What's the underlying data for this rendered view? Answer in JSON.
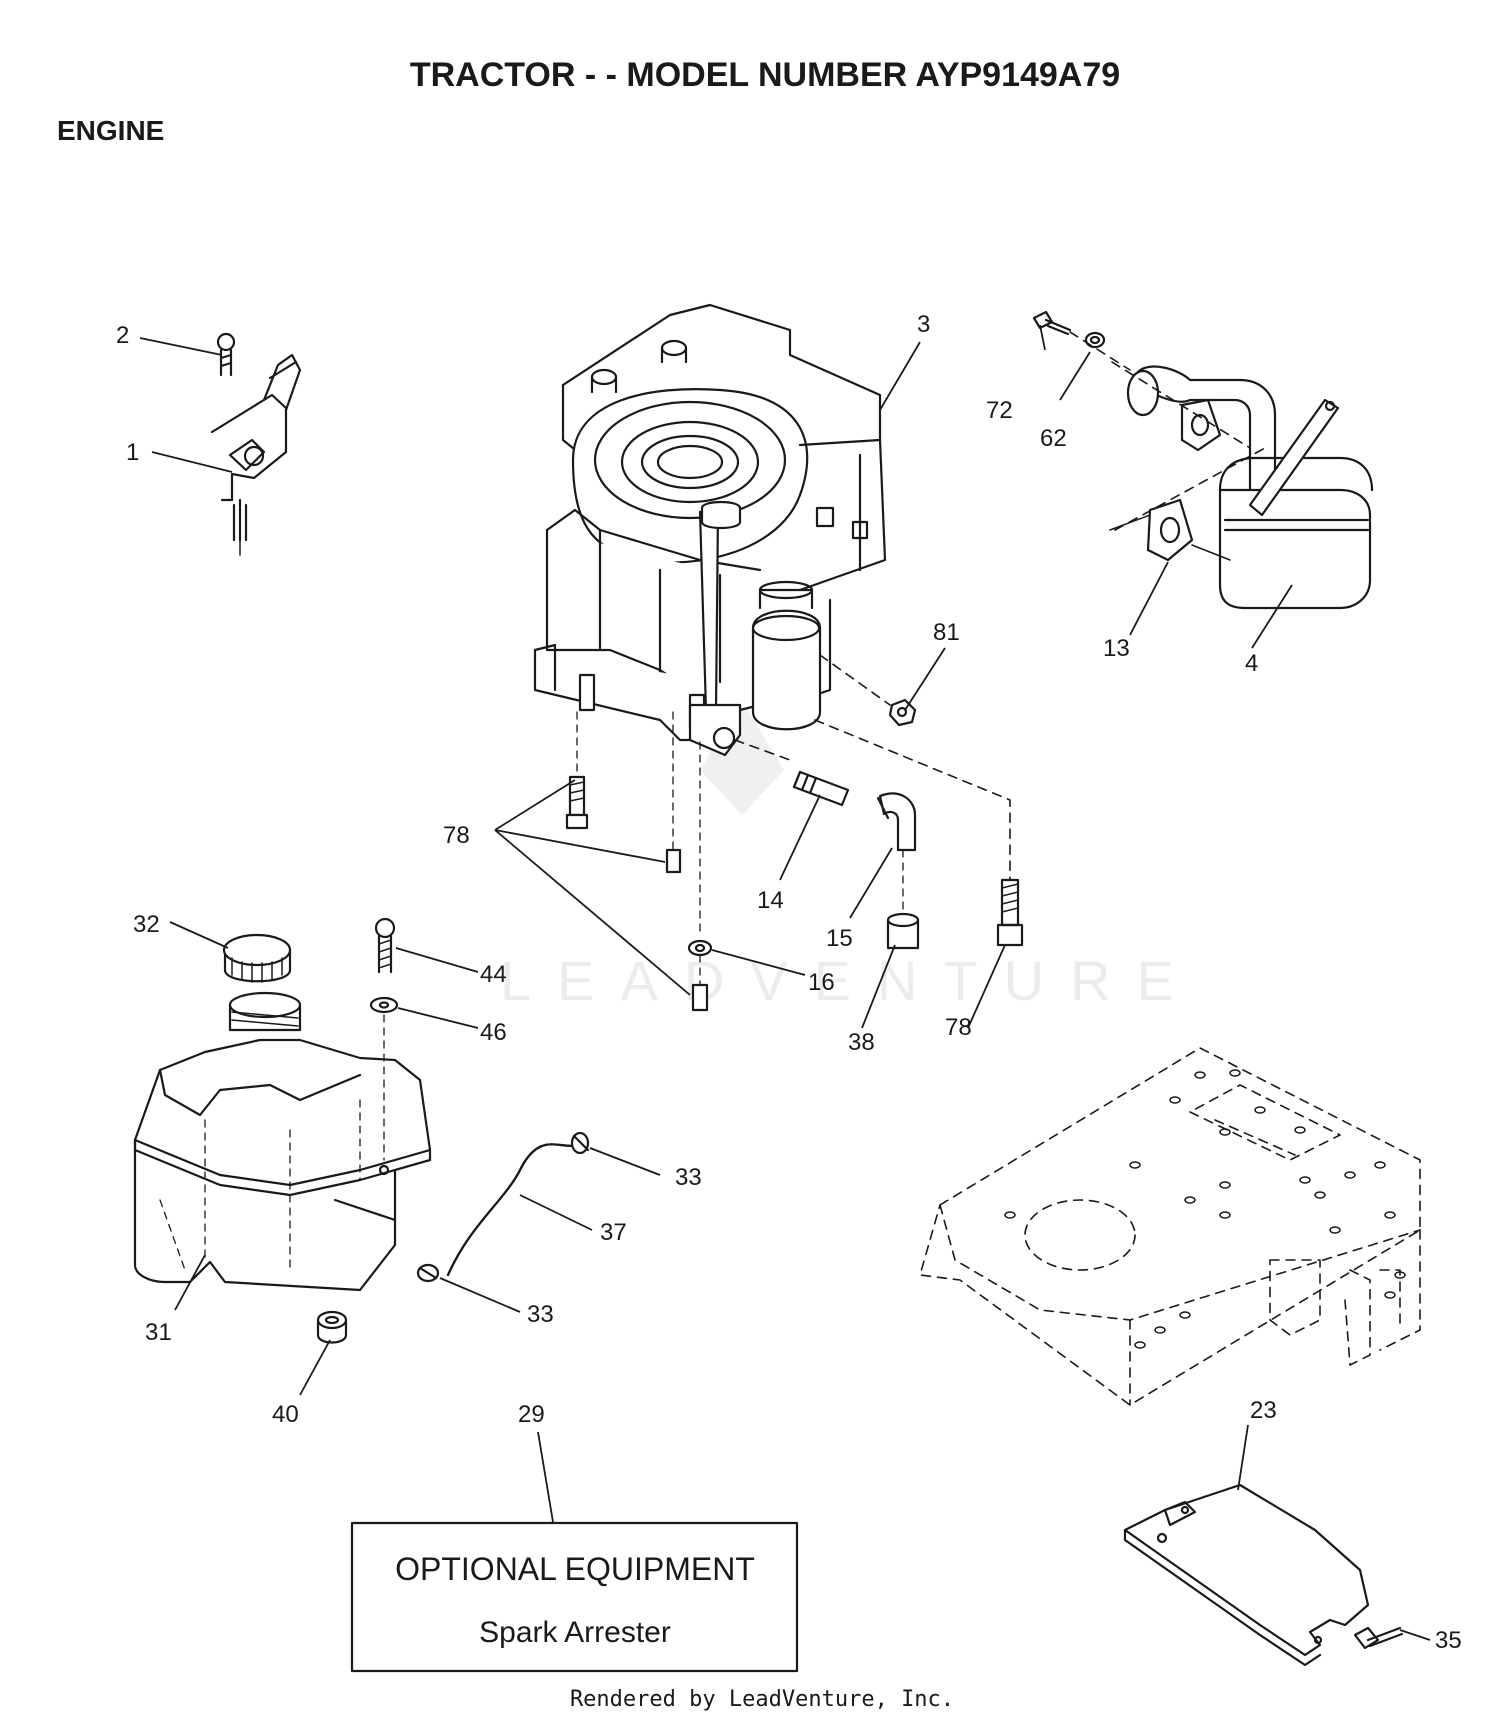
{
  "header": {
    "title": "TRACTOR - - MODEL NUMBER AYP9149A79",
    "section": "ENGINE"
  },
  "watermark": "LEADVENTURE",
  "callouts": {
    "c1": "1",
    "c2": "2",
    "c3": "3",
    "c4": "4",
    "c13": "13",
    "c14": "14",
    "c15": "15",
    "c16": "16",
    "c23": "23",
    "c29": "29",
    "c31": "31",
    "c32": "32",
    "c33a": "33",
    "c33b": "33",
    "c35": "35",
    "c37": "37",
    "c38": "38",
    "c40": "40",
    "c44": "44",
    "c46": "46",
    "c62": "62",
    "c72": "72",
    "c78a": "78",
    "c78b": "78",
    "c81": "81"
  },
  "optional_box": {
    "title": "OPTIONAL EQUIPMENT",
    "subtitle": "Spark Arrester"
  },
  "footer": "Rendered by LeadVenture, Inc."
}
